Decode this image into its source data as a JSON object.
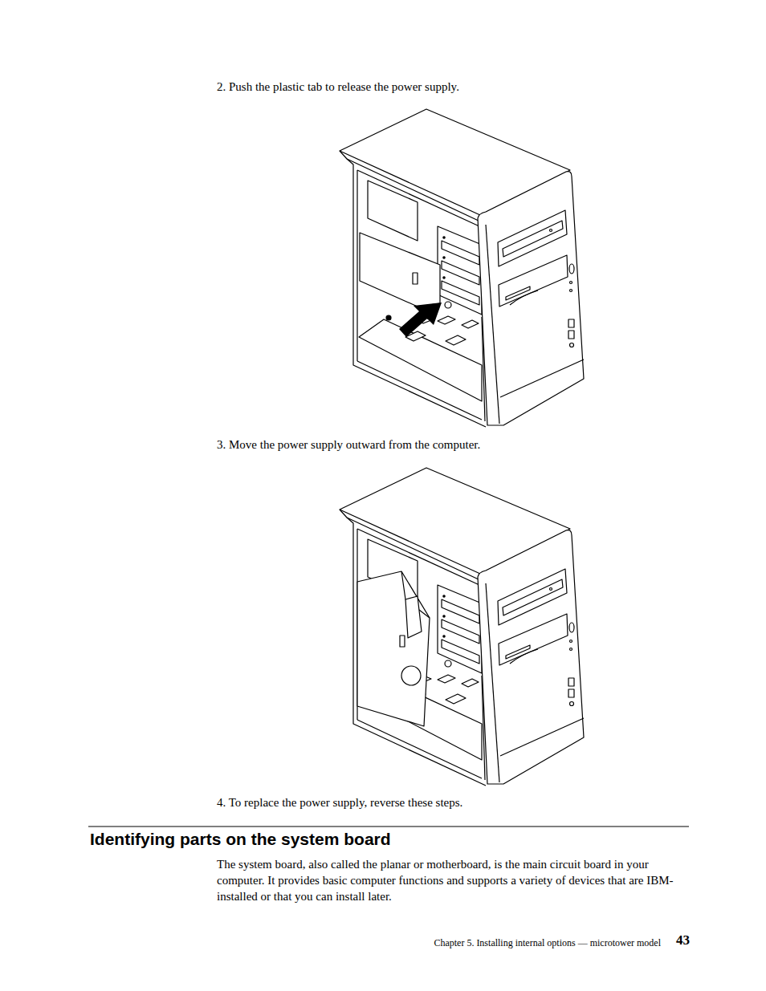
{
  "diagram": {
    "title": "Identifying parts on the system board",
    "labels": [
      "2. Push the plastic tab to release the power supply.",
      "3. Move the power supply outward from the computer.",
      "4. To replace the power supply, reverse these steps.",
      "The system board, also called the planar or motherboard, is the main circuit board in your computer. It provides basic computer functions and supports a variety of devices that are IBM-installed or that you can install later.",
      "Chapter 5. Installing internal options — microtower model",
      "43"
    ]
  }
}
